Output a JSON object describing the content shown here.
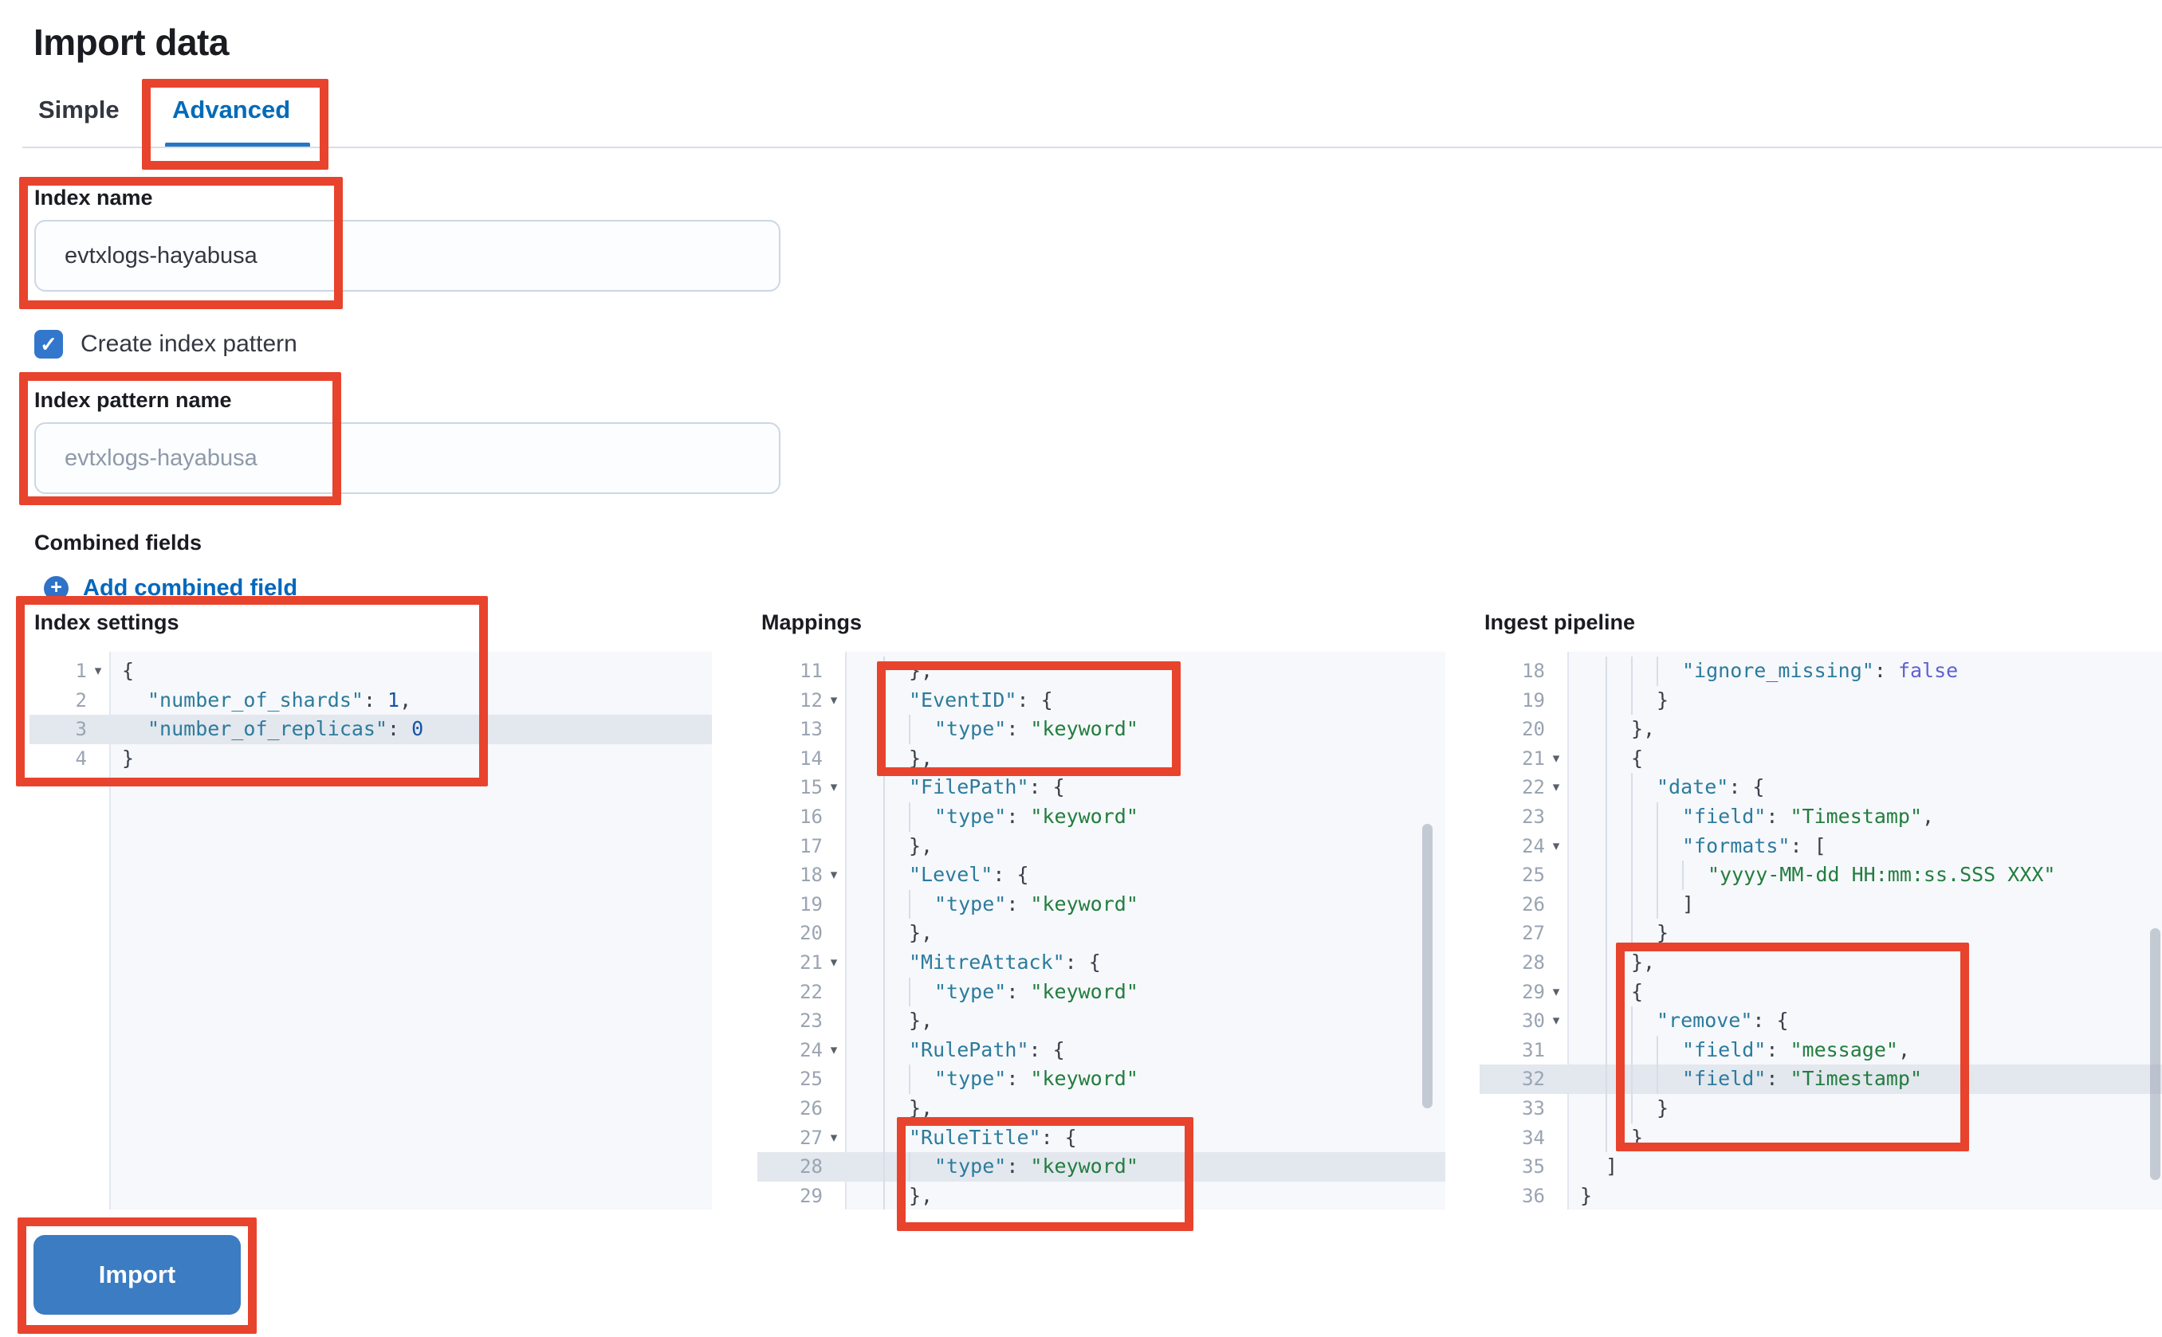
{
  "page": {
    "title": "Import data"
  },
  "tabs": [
    {
      "label": "Simple",
      "active": false
    },
    {
      "label": "Advanced",
      "active": true
    }
  ],
  "form": {
    "index_name": {
      "label": "Index name",
      "value": "evtxlogs-hayabusa"
    },
    "create_index_pattern": {
      "label": "Create index pattern",
      "checked": true
    },
    "index_pattern_name": {
      "label": "Index pattern name",
      "placeholder": "evtxlogs-hayabusa"
    },
    "combined_fields": {
      "label": "Combined fields",
      "add_link_label": "Add combined field"
    }
  },
  "icons": {
    "check_icon": "✓",
    "plus_icon": "+",
    "fold_icon": "▾"
  },
  "editors": [
    {
      "title": "Index settings",
      "lines": [
        {
          "n": 1,
          "fold": true,
          "ind": 0,
          "hl": false,
          "t": [
            [
              "p",
              "{"
            ]
          ]
        },
        {
          "n": 2,
          "fold": false,
          "ind": 1,
          "hl": false,
          "t": [
            [
              "k",
              "\"number_of_shards\""
            ],
            [
              "p",
              ": "
            ],
            [
              "n",
              "1"
            ],
            [
              "p",
              ","
            ]
          ]
        },
        {
          "n": 3,
          "fold": false,
          "ind": 1,
          "hl": true,
          "t": [
            [
              "k",
              "\"number_of_replicas\""
            ],
            [
              "p",
              ": "
            ],
            [
              "n",
              "0"
            ]
          ]
        },
        {
          "n": 4,
          "fold": false,
          "ind": 0,
          "hl": false,
          "t": [
            [
              "p",
              "}"
            ]
          ]
        }
      ]
    },
    {
      "title": "Mappings",
      "lines": [
        {
          "n": 11,
          "fold": false,
          "ind": 2,
          "hl": false,
          "t": [
            [
              "p",
              "},"
            ]
          ]
        },
        {
          "n": 12,
          "fold": true,
          "ind": 2,
          "hl": false,
          "t": [
            [
              "k",
              "\"EventID\""
            ],
            [
              "p",
              ": {"
            ]
          ]
        },
        {
          "n": 13,
          "fold": false,
          "ind": 3,
          "hl": false,
          "t": [
            [
              "k",
              "\"type\""
            ],
            [
              "p",
              ": "
            ],
            [
              "s",
              "\"keyword\""
            ]
          ]
        },
        {
          "n": 14,
          "fold": false,
          "ind": 2,
          "hl": false,
          "t": [
            [
              "p",
              "},"
            ]
          ]
        },
        {
          "n": 15,
          "fold": true,
          "ind": 2,
          "hl": false,
          "t": [
            [
              "k",
              "\"FilePath\""
            ],
            [
              "p",
              ": {"
            ]
          ]
        },
        {
          "n": 16,
          "fold": false,
          "ind": 3,
          "hl": false,
          "t": [
            [
              "k",
              "\"type\""
            ],
            [
              "p",
              ": "
            ],
            [
              "s",
              "\"keyword\""
            ]
          ]
        },
        {
          "n": 17,
          "fold": false,
          "ind": 2,
          "hl": false,
          "t": [
            [
              "p",
              "},"
            ]
          ]
        },
        {
          "n": 18,
          "fold": true,
          "ind": 2,
          "hl": false,
          "t": [
            [
              "k",
              "\"Level\""
            ],
            [
              "p",
              ": {"
            ]
          ]
        },
        {
          "n": 19,
          "fold": false,
          "ind": 3,
          "hl": false,
          "t": [
            [
              "k",
              "\"type\""
            ],
            [
              "p",
              ": "
            ],
            [
              "s",
              "\"keyword\""
            ]
          ]
        },
        {
          "n": 20,
          "fold": false,
          "ind": 2,
          "hl": false,
          "t": [
            [
              "p",
              "},"
            ]
          ]
        },
        {
          "n": 21,
          "fold": true,
          "ind": 2,
          "hl": false,
          "t": [
            [
              "k",
              "\"MitreAttack\""
            ],
            [
              "p",
              ": {"
            ]
          ]
        },
        {
          "n": 22,
          "fold": false,
          "ind": 3,
          "hl": false,
          "t": [
            [
              "k",
              "\"type\""
            ],
            [
              "p",
              ": "
            ],
            [
              "s",
              "\"keyword\""
            ]
          ]
        },
        {
          "n": 23,
          "fold": false,
          "ind": 2,
          "hl": false,
          "t": [
            [
              "p",
              "},"
            ]
          ]
        },
        {
          "n": 24,
          "fold": true,
          "ind": 2,
          "hl": false,
          "t": [
            [
              "k",
              "\"RulePath\""
            ],
            [
              "p",
              ": {"
            ]
          ]
        },
        {
          "n": 25,
          "fold": false,
          "ind": 3,
          "hl": false,
          "t": [
            [
              "k",
              "\"type\""
            ],
            [
              "p",
              ": "
            ],
            [
              "s",
              "\"keyword\""
            ]
          ]
        },
        {
          "n": 26,
          "fold": false,
          "ind": 2,
          "hl": false,
          "t": [
            [
              "p",
              "},"
            ]
          ]
        },
        {
          "n": 27,
          "fold": true,
          "ind": 2,
          "hl": false,
          "t": [
            [
              "k",
              "\"RuleTitle\""
            ],
            [
              "p",
              ": {"
            ]
          ]
        },
        {
          "n": 28,
          "fold": false,
          "ind": 3,
          "hl": true,
          "t": [
            [
              "k",
              "\"type\""
            ],
            [
              "p",
              ": "
            ],
            [
              "s",
              "\"keyword\""
            ]
          ]
        },
        {
          "n": 29,
          "fold": false,
          "ind": 2,
          "hl": false,
          "t": [
            [
              "p",
              "},"
            ]
          ]
        }
      ]
    },
    {
      "title": "Ingest pipeline",
      "lines": [
        {
          "n": 18,
          "fold": false,
          "ind": 4,
          "hl": false,
          "t": [
            [
              "k",
              "\"ignore_missing\""
            ],
            [
              "p",
              ": "
            ],
            [
              "b",
              "false"
            ]
          ]
        },
        {
          "n": 19,
          "fold": false,
          "ind": 3,
          "hl": false,
          "t": [
            [
              "p",
              "}"
            ]
          ]
        },
        {
          "n": 20,
          "fold": false,
          "ind": 2,
          "hl": false,
          "t": [
            [
              "p",
              "},"
            ]
          ]
        },
        {
          "n": 21,
          "fold": true,
          "ind": 2,
          "hl": false,
          "t": [
            [
              "p",
              "{"
            ]
          ]
        },
        {
          "n": 22,
          "fold": true,
          "ind": 3,
          "hl": false,
          "t": [
            [
              "k",
              "\"date\""
            ],
            [
              "p",
              ": {"
            ]
          ]
        },
        {
          "n": 23,
          "fold": false,
          "ind": 4,
          "hl": false,
          "t": [
            [
              "k",
              "\"field\""
            ],
            [
              "p",
              ": "
            ],
            [
              "s",
              "\"Timestamp\""
            ],
            [
              "p",
              ","
            ]
          ]
        },
        {
          "n": 24,
          "fold": true,
          "ind": 4,
          "hl": false,
          "t": [
            [
              "k",
              "\"formats\""
            ],
            [
              "p",
              ": ["
            ]
          ]
        },
        {
          "n": 25,
          "fold": false,
          "ind": 5,
          "hl": false,
          "t": [
            [
              "s",
              "\"yyyy-MM-dd HH:mm:ss.SSS XXX\""
            ]
          ]
        },
        {
          "n": 26,
          "fold": false,
          "ind": 4,
          "hl": false,
          "t": [
            [
              "p",
              "]"
            ]
          ]
        },
        {
          "n": 27,
          "fold": false,
          "ind": 3,
          "hl": false,
          "t": [
            [
              "p",
              "}"
            ]
          ]
        },
        {
          "n": 28,
          "fold": false,
          "ind": 2,
          "hl": false,
          "t": [
            [
              "p",
              "},"
            ]
          ]
        },
        {
          "n": 29,
          "fold": true,
          "ind": 2,
          "hl": false,
          "t": [
            [
              "p",
              "{"
            ]
          ]
        },
        {
          "n": 30,
          "fold": true,
          "ind": 3,
          "hl": false,
          "t": [
            [
              "k",
              "\"remove\""
            ],
            [
              "p",
              ": {"
            ]
          ]
        },
        {
          "n": 31,
          "fold": false,
          "ind": 4,
          "hl": false,
          "t": [
            [
              "k",
              "\"field\""
            ],
            [
              "p",
              ": "
            ],
            [
              "s",
              "\"message\""
            ],
            [
              "p",
              ","
            ]
          ]
        },
        {
          "n": 32,
          "fold": false,
          "ind": 4,
          "hl": true,
          "t": [
            [
              "k",
              "\"field\""
            ],
            [
              "p",
              ": "
            ],
            [
              "s",
              "\"Timestamp\""
            ]
          ]
        },
        {
          "n": 33,
          "fold": false,
          "ind": 3,
          "hl": false,
          "t": [
            [
              "p",
              "}"
            ]
          ]
        },
        {
          "n": 34,
          "fold": false,
          "ind": 2,
          "hl": false,
          "t": [
            [
              "p",
              "}"
            ]
          ]
        },
        {
          "n": 35,
          "fold": false,
          "ind": 1,
          "hl": false,
          "t": [
            [
              "p",
              "]"
            ]
          ]
        },
        {
          "n": 36,
          "fold": false,
          "ind": 0,
          "hl": false,
          "t": [
            [
              "p",
              "}"
            ]
          ]
        }
      ]
    }
  ],
  "import_button": {
    "label": "Import"
  },
  "colors": {
    "annotation_red": "#e8432d",
    "link_blue": "#0268bc",
    "tab_active_blue": "#006bb8",
    "button_blue": "#3b7cc3",
    "checkbox_blue": "#3277cc",
    "code_key": "#2c7b9d",
    "code_string": "#237d3f",
    "code_number": "#1753a5",
    "code_boolean": "#6161d0",
    "active_line_bg": "#e3e7ee",
    "editor_bg": "#f6f8fb"
  }
}
